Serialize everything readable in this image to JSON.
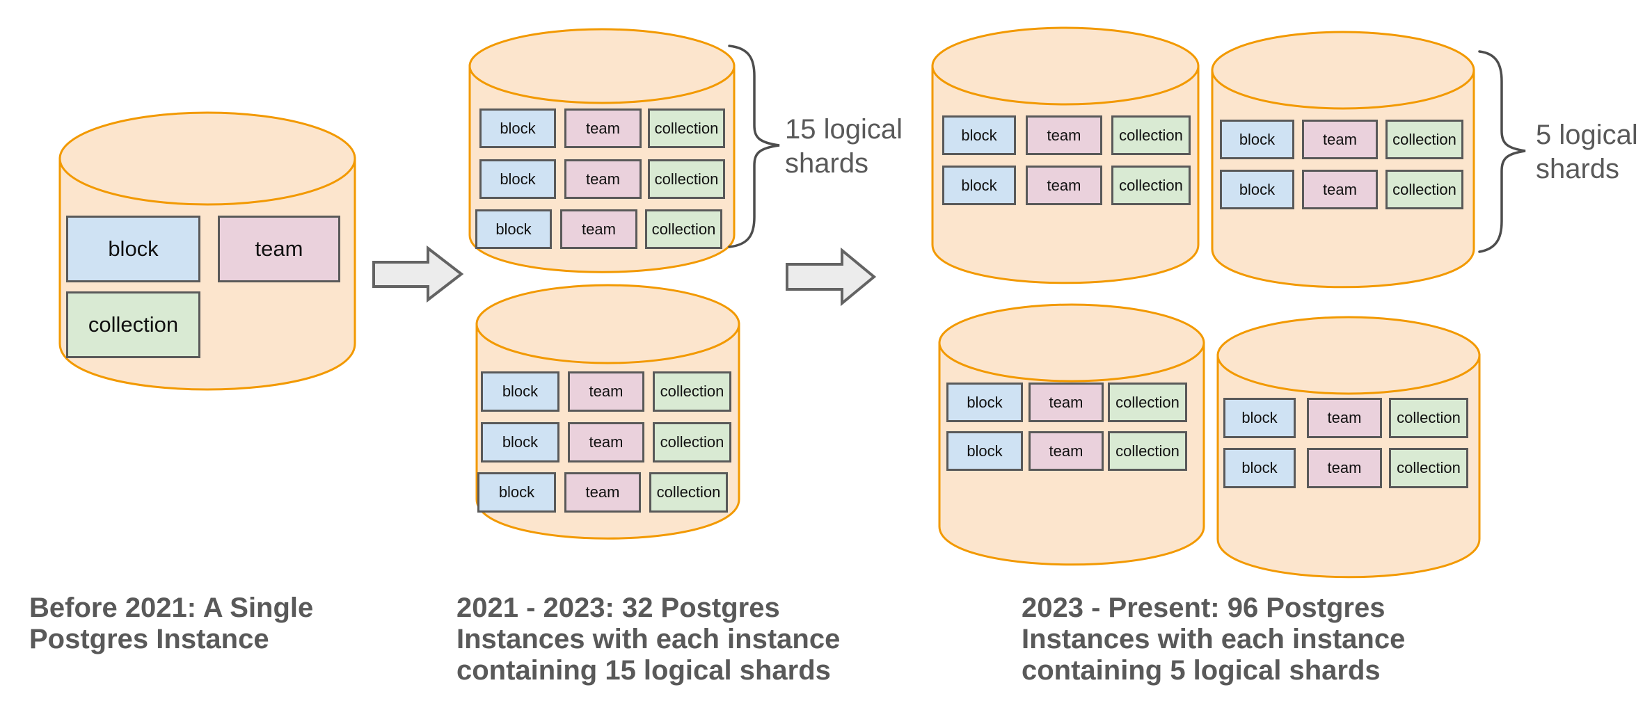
{
  "labels": {
    "block": "block",
    "team": "team",
    "collection": "collection"
  },
  "annotations": {
    "shards_15": "15 logical shards",
    "shards_5": "5 logical shards"
  },
  "captions": {
    "before_2021": "Before 2021: A Single Postgres Instance",
    "era_2021_2023": "2021 - 2023: 32 Postgres Instances with each instance containing 15 logical shards",
    "era_2023_present": "2023 - Present: 96 Postgres Instances with each instance containing 5 logical shards"
  },
  "colors": {
    "cylinder_fill": "#fce5cd",
    "cylinder_stroke": "#f29900",
    "block_fill": "#cfe2f3",
    "team_fill": "#ead1dc",
    "collection_fill": "#d9ead3",
    "box_border": "#595959",
    "arrow_fill": "#ececec",
    "arrow_stroke": "#636363",
    "text_gray": "#595959"
  }
}
